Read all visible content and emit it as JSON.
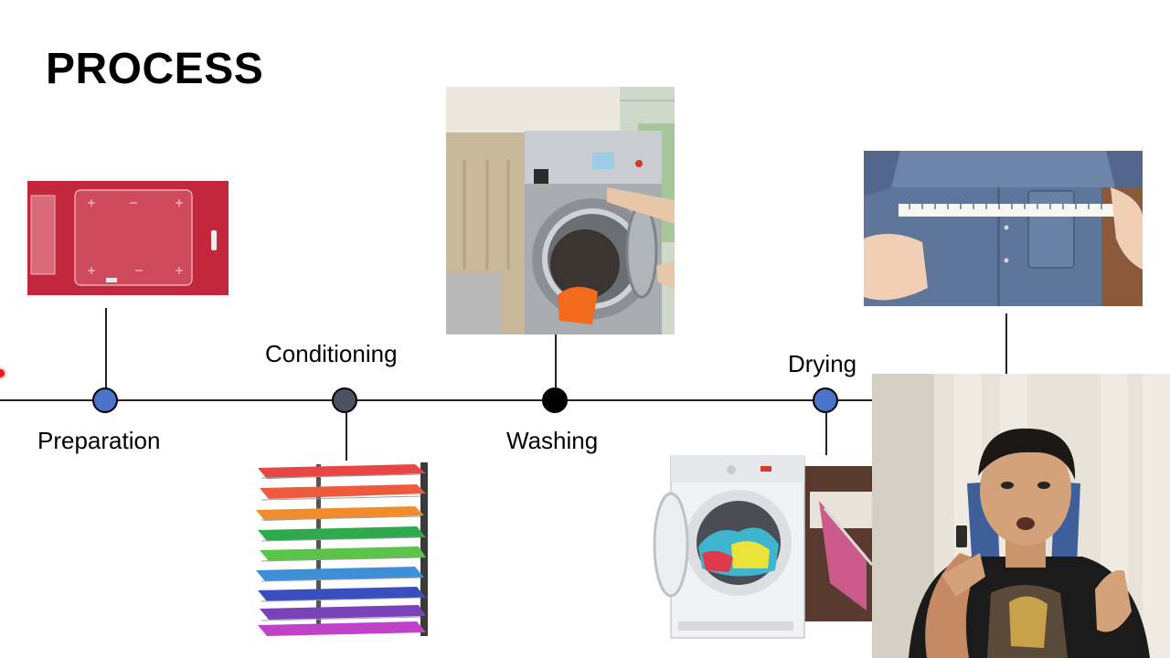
{
  "slide": {
    "title": "PROCESS",
    "steps": [
      {
        "label": "Preparation",
        "node_color": "#4a73c9"
      },
      {
        "label": "Conditioning",
        "node_color": "#4a5262"
      },
      {
        "label": "Washing",
        "node_color": "#000000"
      },
      {
        "label": "Drying",
        "node_color": "#4a73c9"
      }
    ],
    "images": [
      {
        "icon": "acrylic-template-on-red-photo"
      },
      {
        "icon": "colorful-drying-rack-photo"
      },
      {
        "icon": "front-load-washing-machine-photo"
      },
      {
        "icon": "tumble-dryer-and-line-drying-photo"
      },
      {
        "icon": "shirt-measurement-tape-photo"
      }
    ]
  },
  "presenter": {
    "icon": "presenter-webcam-video"
  }
}
